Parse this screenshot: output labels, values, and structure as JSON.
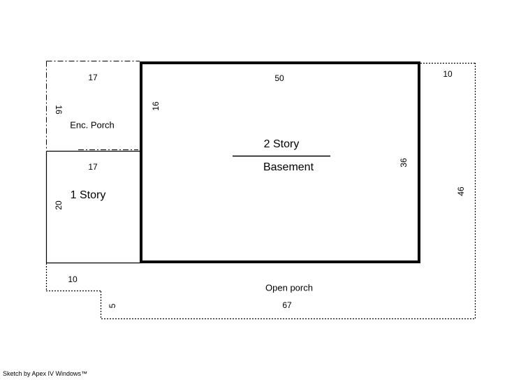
{
  "colors": {
    "line": "#000000",
    "background": "#ffffff"
  },
  "sketch": {
    "enc_porch": {
      "name": "Enc. Porch",
      "width_top": "17",
      "height_left": "16"
    },
    "main_building": {
      "name_top": "2 Story",
      "name_bottom": "Basement",
      "width_top": "50",
      "height_left": "16",
      "height_right": "36"
    },
    "one_story": {
      "name": "1 Story",
      "width_top": "17",
      "height_left": "20"
    },
    "open_porch": {
      "name": "Open porch",
      "width_bottom": "67",
      "right_strip_width": "10",
      "right_strip_height": "46",
      "step_width": "10",
      "step_height": "5"
    }
  },
  "footer": {
    "caption": "Sketch by Apex IV Windows™"
  }
}
